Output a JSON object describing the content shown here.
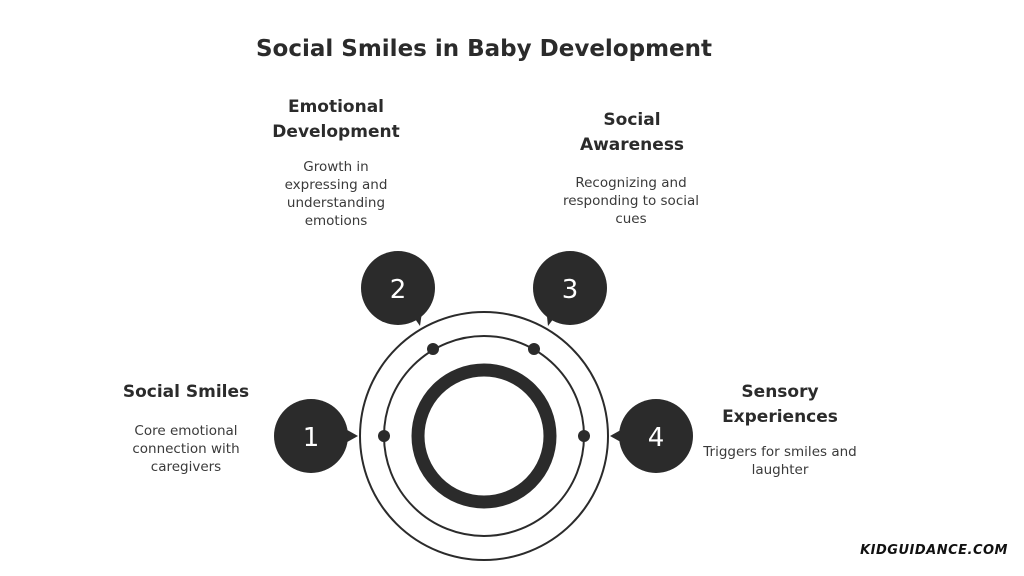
{
  "title": "Social Smiles in Baby Development",
  "watermark": "KIDGUIDANCE.COM",
  "colors": {
    "background": "#ffffff",
    "dark": "#2b2b2b",
    "badge_text": "#ffffff"
  },
  "steps": [
    {
      "number": "1",
      "title": "Social Smiles",
      "description": "Core emotional connection with caregivers"
    },
    {
      "number": "2",
      "title": "Emotional Development",
      "description": "Growth in expressing and understanding emotions"
    },
    {
      "number": "3",
      "title": "Social Awareness",
      "description": "Recognizing and responding to social cues"
    },
    {
      "number": "4",
      "title": "Sensory Experiences",
      "description": "Triggers for smiles and laughter"
    }
  ]
}
